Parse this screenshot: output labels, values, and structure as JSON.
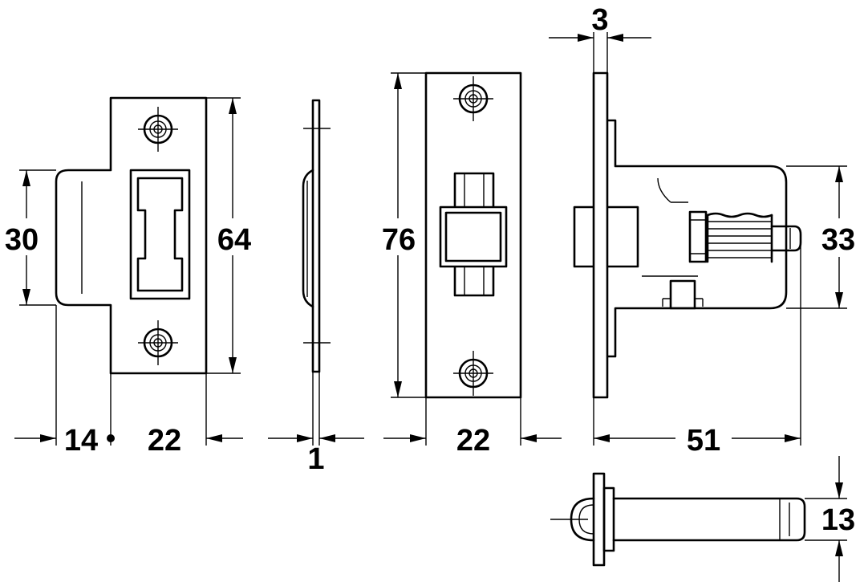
{
  "dimensions": {
    "strike_height": "30",
    "strike_lip": "14",
    "strike_width": "22",
    "strike_length": "64",
    "strike_thickness": "1",
    "forend_length": "76",
    "forend_width": "22",
    "forend_thickness": "3",
    "body_height": "33",
    "body_depth": "51",
    "bolt_diameter": "13"
  },
  "colors": {
    "ink": "#000000",
    "paper": "#ffffff"
  }
}
